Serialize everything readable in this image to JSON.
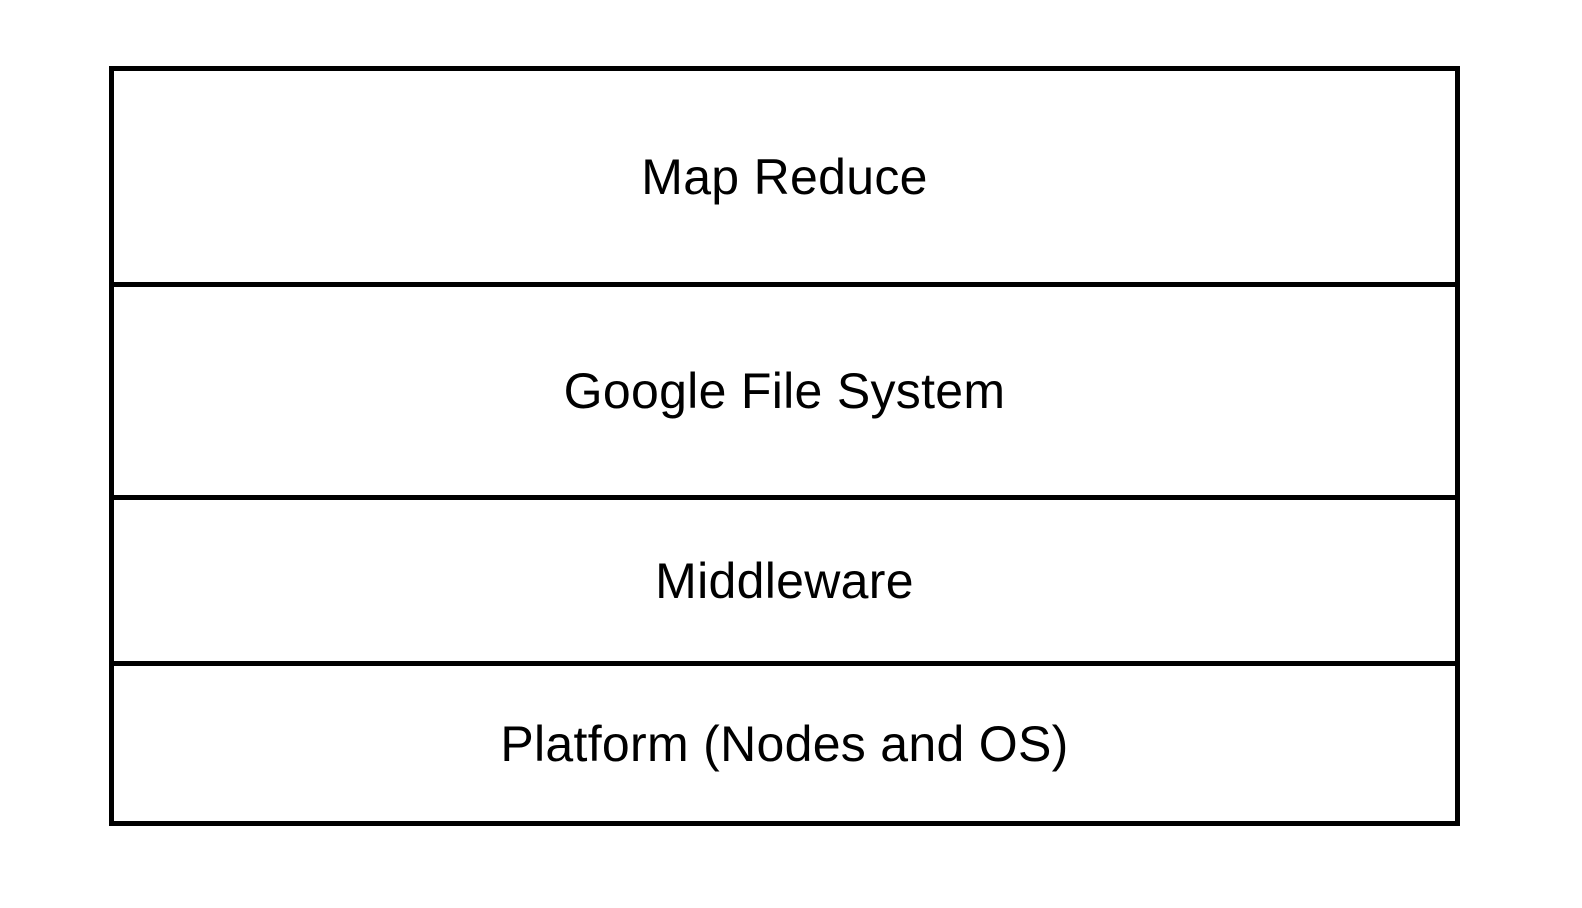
{
  "diagram": {
    "layers": [
      {
        "label": "Map Reduce"
      },
      {
        "label": "Google File System"
      },
      {
        "label": "Middleware"
      },
      {
        "label": "Platform (Nodes and OS)"
      }
    ]
  }
}
